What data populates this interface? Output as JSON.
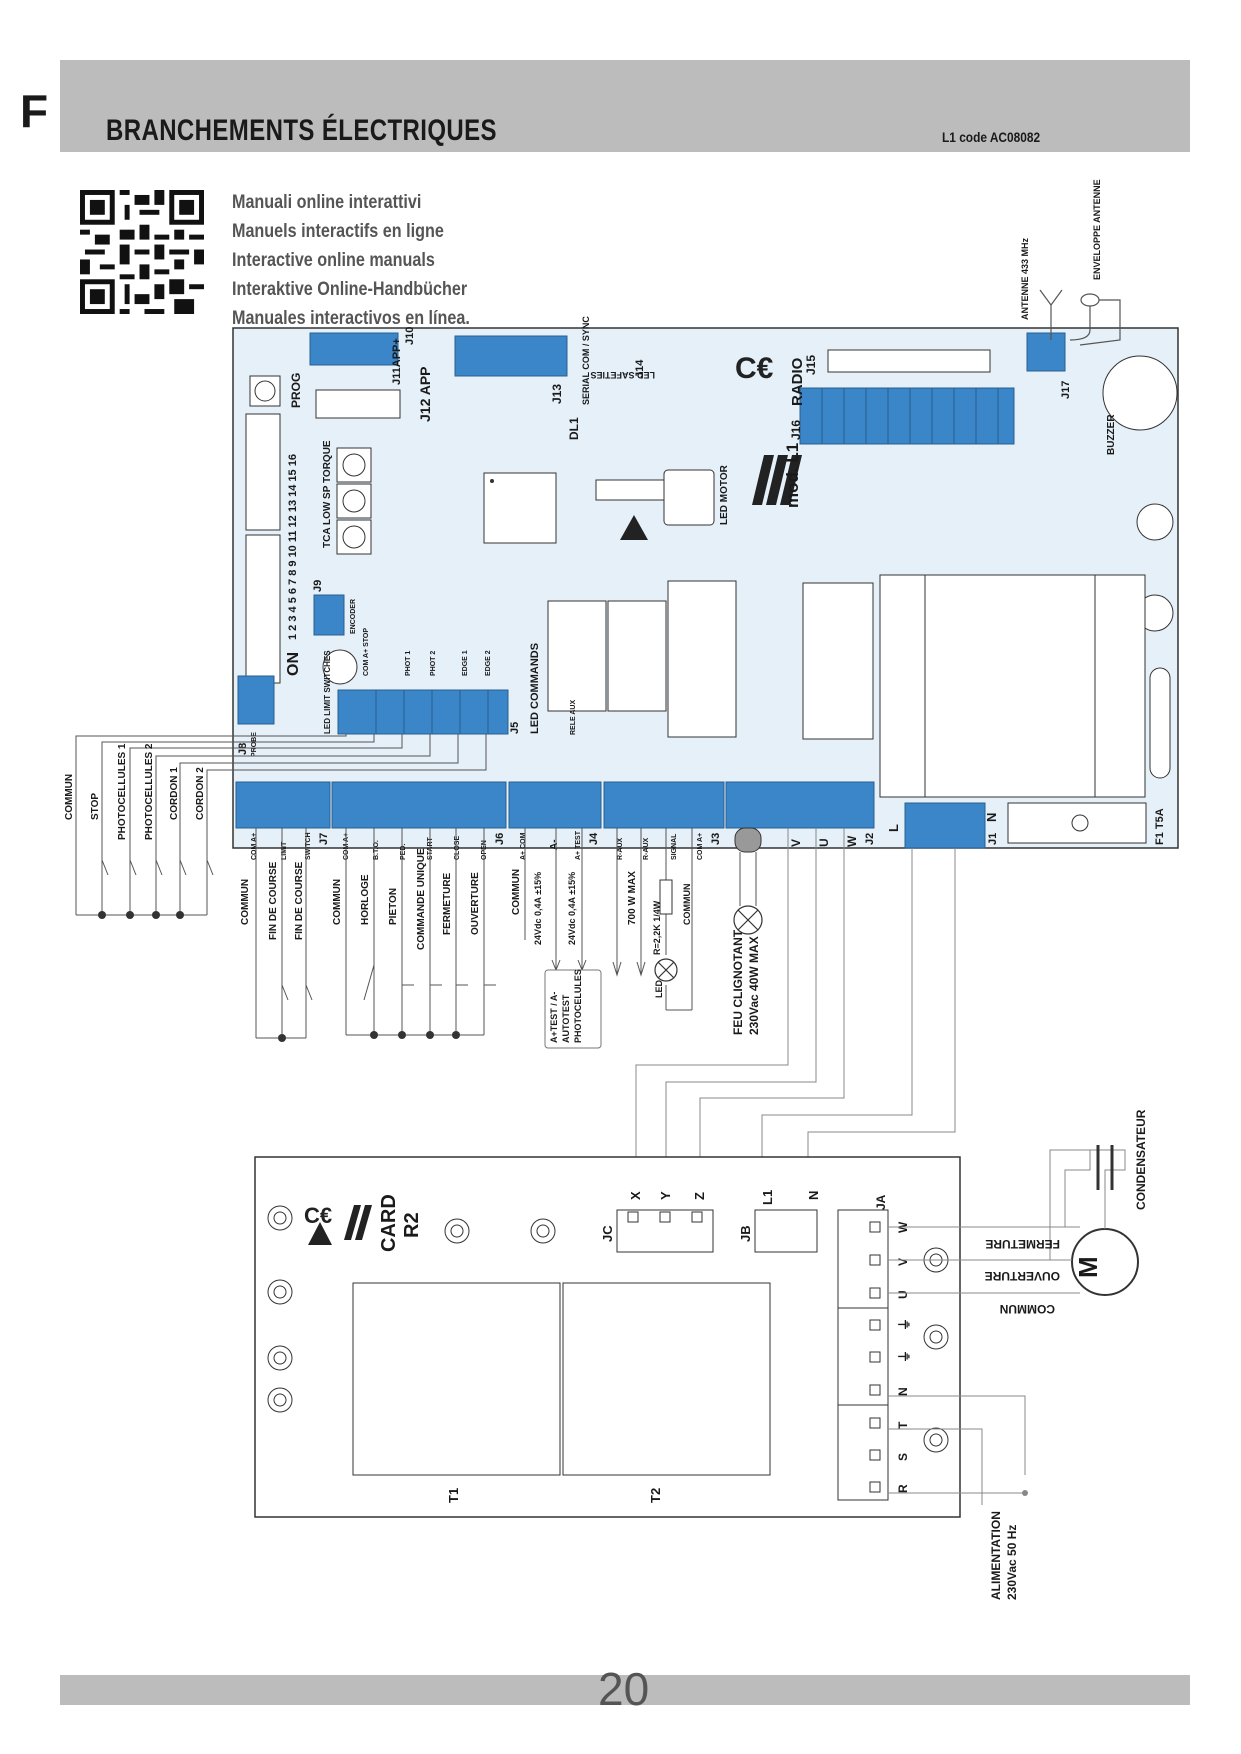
{
  "header": {
    "section_letter": "F",
    "title": "BRANCHEMENTS ÉLECTRIQUES",
    "code": "L1  code AC08082"
  },
  "manuals": [
    "Manuali online interattivi",
    "Manuels interactifs en ligne",
    "Interactive online manuals",
    "Interaktive Online-Handbücher",
    "Manuales interactivos en línea."
  ],
  "board": {
    "model": "mod. L1",
    "radio": "RADIO",
    "buzzer": "BUZZER",
    "antenna": "ANTENNE 433 MHz",
    "envelope": "ENVELOPPE ANTENNE",
    "prog": "PROG",
    "j12": "J12 APP",
    "j11": "J11APP+",
    "j10": "J10",
    "j13": "J13",
    "serial": "SERIAL COM / SYNC",
    "j14": "J14",
    "led_safeties": "LED SAFETIES",
    "j15": "J15",
    "j16": "J16",
    "j17": "J17",
    "dl1": "DL1",
    "led_motor": "LED MOTOR",
    "dip_numbers": "1 2 3 4 5 6 7 8   9 10 11 12 13 14 15 16",
    "on": "ON",
    "trimmers": "TCA   LOW SP  TORQUE",
    "j9": "J9",
    "encoder": "ENCODER",
    "com_stop": "COM A+ STOP",
    "phot1": "PHOT 1",
    "phot2": "PHOT 2",
    "edge1": "EDGE 1",
    "edge2": "EDGE 2",
    "led_limit": "LED LIMIT SWITCHES",
    "j5": "J5",
    "led_commands": "LED COMMANDS",
    "j8": "J8",
    "probe": "PROBE",
    "rele_aux": "RELE AUX",
    "j7": "J7",
    "j6": "J6",
    "j4": "J4",
    "j3": "J3",
    "j2": "J2",
    "j1": "J1",
    "fuse": "F1  T5A",
    "j7_pins": [
      "COM A+",
      "LIMIT",
      "SWITCH"
    ],
    "j6_pins": [
      "COM A+",
      "B.T.O.",
      "PED.",
      "START",
      "CLOSE",
      "OPEN"
    ],
    "j5_pins": [
      "A+ COM",
      "A-"
    ],
    "j4_pins": [
      "A+ TEST"
    ],
    "j3_pins": [
      "R-AUX",
      "R-AUX",
      "SIGNAL",
      "COM A+"
    ],
    "j2_pins": [
      "V",
      "U",
      "W"
    ],
    "j1_pins": [
      "L",
      "N"
    ]
  },
  "wiring": {
    "j8_labels": [
      "COMMUN",
      "STOP",
      "PHOTOCELLULES 1",
      "PHOTOCELLULES 2",
      "CORDON 1",
      "CORDON 2"
    ],
    "j7_labels": [
      "COMMUN",
      "FIN DE COURSE",
      "FIN DE COURSE"
    ],
    "j6_labels": [
      "COMMUN",
      "HORLOGE",
      "PIETON",
      "COMMANDE UNIQUE",
      "FERMETURE",
      "OUVERTURE"
    ],
    "j5_labels": [
      "COMMUN",
      "24Vdc 0,4A ±15%",
      "24Vdc 0,4A ±15%"
    ],
    "autotest": [
      "A+TEST / A-",
      "AUTOTEST",
      "PHOTOCELULES"
    ],
    "j3_labels": [
      "700 W MAX",
      "R=2,2K 1/4W",
      "COMMUN"
    ],
    "led": "LED",
    "feu": [
      "FEU CLIGNOTANT",
      "230Vac 40W MAX"
    ]
  },
  "card": {
    "name": "CARD",
    "model": "R2",
    "t1": "T1",
    "t2": "T2",
    "jc": "JC",
    "jc_pins": [
      "X",
      "Y",
      "Z"
    ],
    "jb": "JB",
    "jb_pins": [
      "L1",
      "N"
    ],
    "ja": "JA",
    "ja_pins": [
      "W",
      "V",
      "U",
      "⏚",
      "⏚",
      "N",
      "T",
      "S",
      "R"
    ]
  },
  "motor": {
    "symbol": "M",
    "condensateur": "CONDENSATEUR",
    "fermeture": "FERMETURE",
    "ouverture": "OUVERTURE",
    "commun": "COMMUN",
    "alimentation": "ALIMENTATION",
    "supply": "230Vac 50 Hz"
  },
  "colors": {
    "board": "#e6f0f8",
    "connector": "#3a86c8",
    "header_bar": "#bcbcbc"
  },
  "page_number": "20"
}
